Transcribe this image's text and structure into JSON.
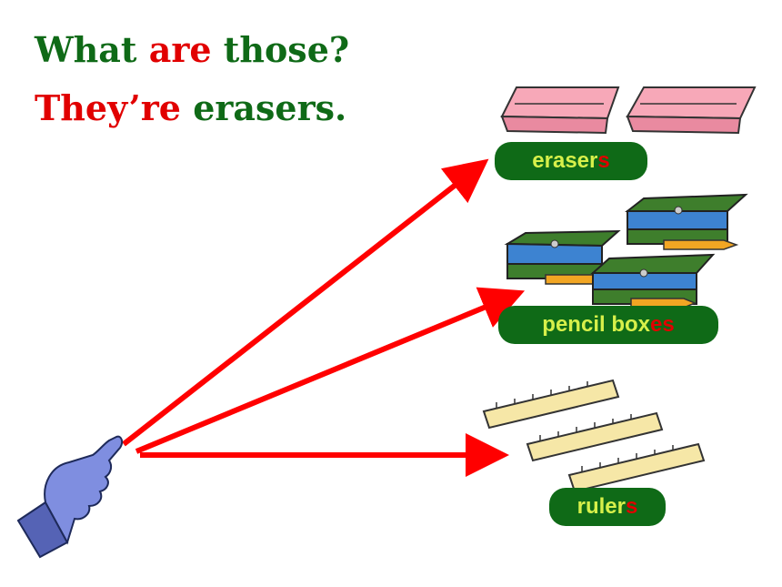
{
  "question": {
    "w1": "What ",
    "w2": "are",
    "w3": " those?"
  },
  "answer": {
    "w1": "They’re",
    "w2": " erasers",
    "w3": "."
  },
  "labels": [
    {
      "stem": "eraser",
      "suffix": "s"
    },
    {
      "stem": "pencil box",
      "suffix": "es"
    },
    {
      "stem": "ruler",
      "suffix": "s"
    }
  ],
  "icons": [
    "pointing-hand-icon",
    "eraser-icon",
    "pencil-box-icon",
    "ruler-icon"
  ],
  "colors": {
    "green": "#0f6a17",
    "red": "#e10000",
    "label_text": "#d7f04a",
    "arrow": "#ff0000"
  }
}
